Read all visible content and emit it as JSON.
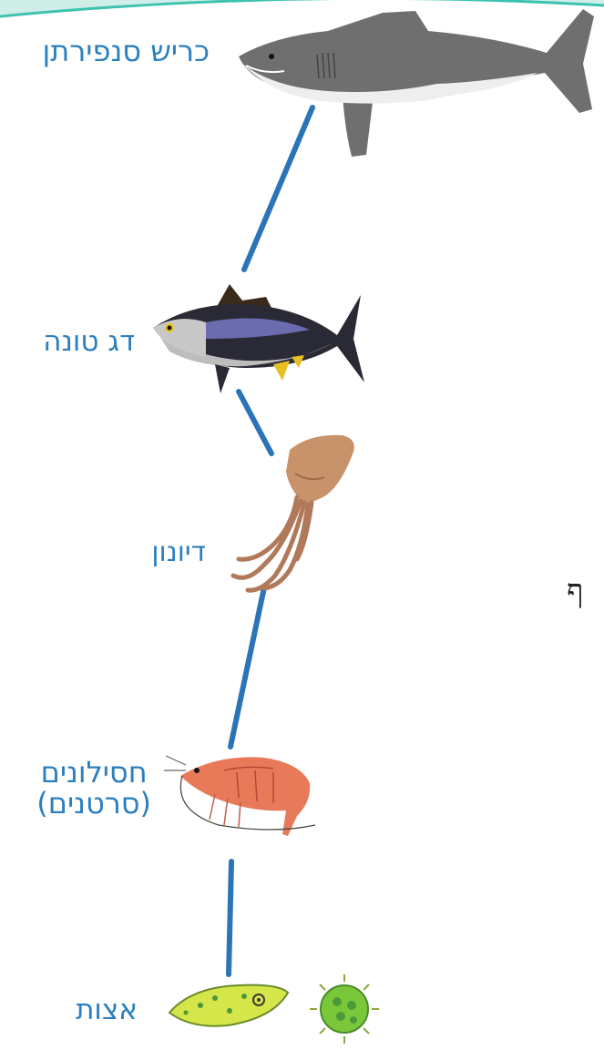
{
  "organisms": [
    {
      "id": "shark",
      "label": "כריש סנפירתן",
      "icon": "great-white-shark-icon"
    },
    {
      "id": "tuna",
      "label": "דג טונה",
      "icon": "tuna-fish-icon"
    },
    {
      "id": "squid",
      "label": "דיונון",
      "icon": "squid-icon"
    },
    {
      "id": "krill",
      "label_line1": "חסילונים",
      "label_line2": "(סרטנים)",
      "icon": "shrimp-icon"
    },
    {
      "id": "algae",
      "label": "אצות",
      "icon": "algae-icon"
    }
  ],
  "side_text": "ף",
  "colors": {
    "links": "#2b74b8",
    "labels": "#2c7fbf",
    "top_band": "#3cc3b0"
  }
}
